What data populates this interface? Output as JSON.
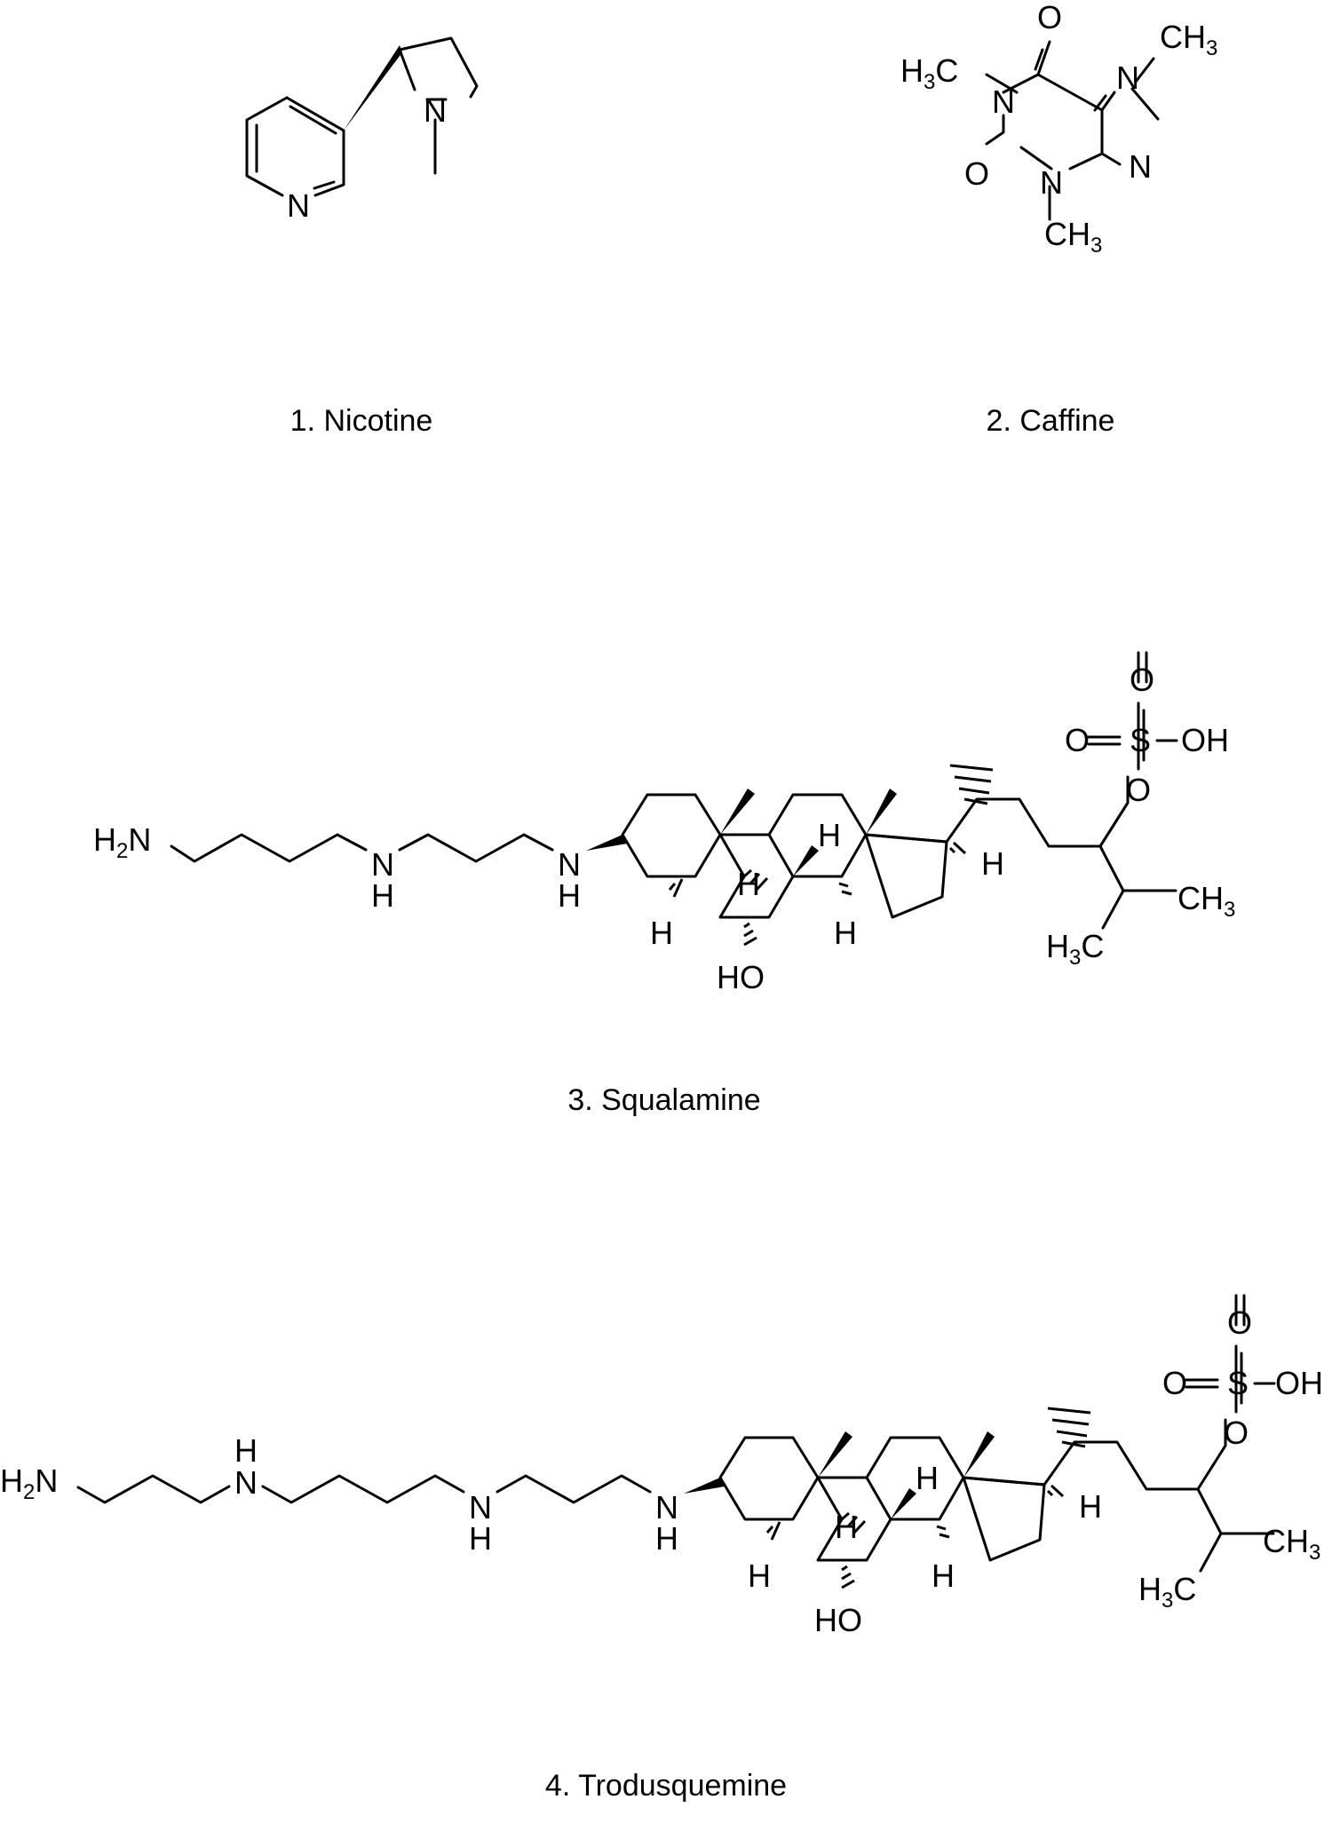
{
  "captions": {
    "nicotine": "1. Nicotine",
    "caffine": "2. Caffine",
    "squalamine": "3. Squalamine",
    "trodusquemine": "4. Trodusquemine"
  },
  "atom_labels": {
    "n": "N",
    "nh_n": "N",
    "nh_h": "H",
    "h2n_h": "H",
    "h2n_2": "2",
    "h2n_n": "N",
    "h": "H",
    "ho": "HO",
    "o": "O",
    "s": "S",
    "oh": "OH",
    "ch": "CH",
    "h3c_h": "H",
    "h3c_c": "C",
    "three": "3"
  },
  "colors": {
    "ink": "#000000",
    "background": "#ffffff"
  }
}
